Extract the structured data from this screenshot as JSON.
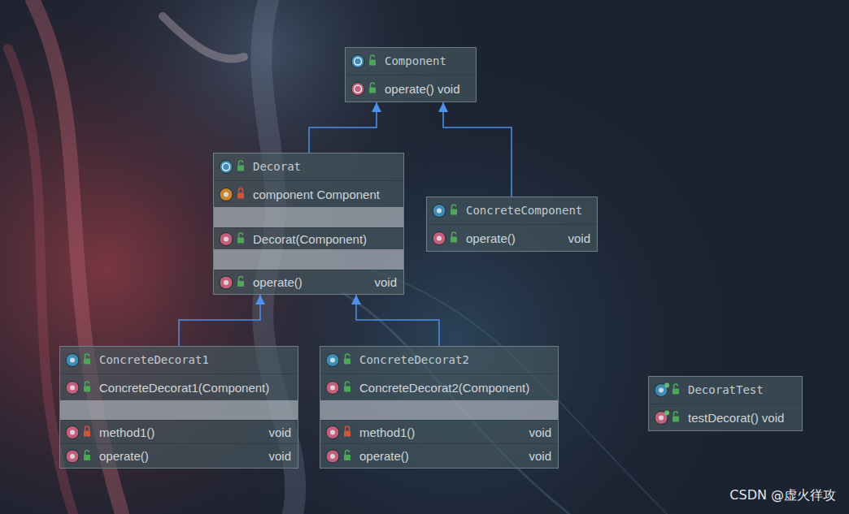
{
  "diagram": {
    "nodes": [
      {
        "text": [
          "Component",
          "operate() void"
        ]
      },
      {
        "text": [
          "Decorat",
          "component Component",
          "Decorat(Component)",
          "operate()",
          "void"
        ]
      },
      {
        "text": [
          "ConcreteComponent",
          "operate()",
          "void"
        ]
      },
      {
        "text": [
          "ConcreteDecorat1",
          "ConcreteDecorat1(Component)",
          "method1()",
          "void",
          "operate()",
          "void"
        ]
      },
      {
        "text": [
          "ConcreteDecorat2",
          "ConcreteDecorat2(Component)",
          "method1()",
          "void",
          "operate()",
          "void"
        ]
      },
      {
        "text": [
          "DecoratTest",
          "testDecorat() void"
        ]
      }
    ],
    "edges": [
      {
        "from": 1,
        "to": 0,
        "arrow": "to"
      },
      {
        "from": 2,
        "to": 0,
        "arrow": "to"
      },
      {
        "from": 3,
        "to": 1,
        "arrow": "to"
      },
      {
        "from": 4,
        "to": 1,
        "arrow": "to"
      }
    ],
    "labels": [
      "CSDN @虚火徉攻"
    ]
  }
}
